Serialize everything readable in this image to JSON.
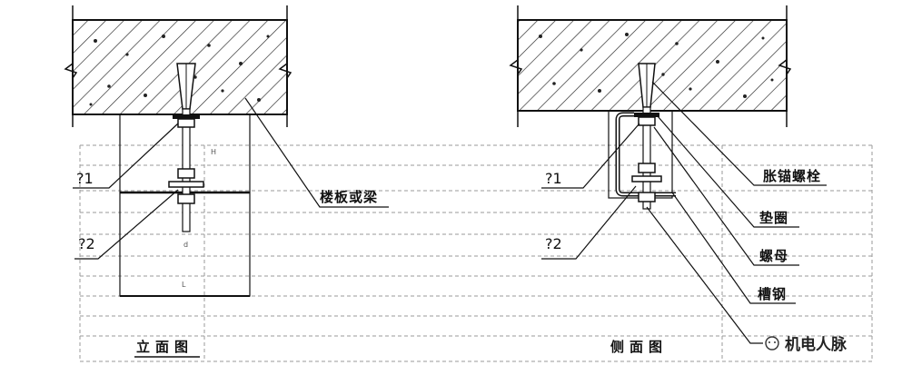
{
  "front_view": {
    "title": "立面图",
    "label_1": "?1",
    "label_2": "?2",
    "callout_slab": "楼板或梁",
    "dim_h": "H",
    "dim_d": "d",
    "dim_L": "L"
  },
  "side_view": {
    "title": "侧面图",
    "label_1": "?1",
    "label_2": "?2",
    "callouts": [
      "胀锚螺栓",
      "垫圈",
      "螺母",
      "槽钢"
    ]
  },
  "watermark": {
    "text": "机电人脉"
  },
  "colors": {
    "line": "#111111",
    "dashed_grid": "#9a9a9a",
    "hatch": "#222222"
  }
}
